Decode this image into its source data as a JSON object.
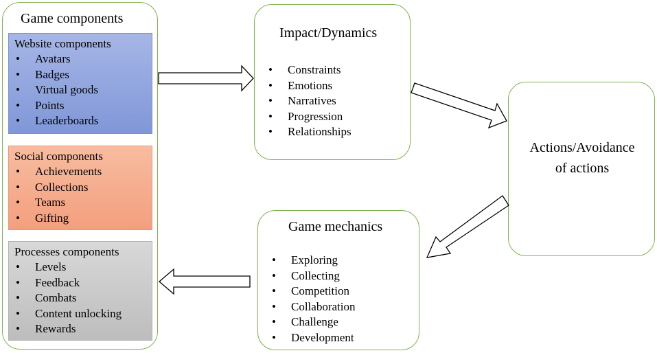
{
  "game_components": {
    "title": "Game components",
    "website": {
      "title": "Website components",
      "color": "#8fa4dc",
      "items": [
        "Avatars",
        "Badges",
        "Virtual goods",
        "Points",
        "Leaderboards"
      ]
    },
    "social": {
      "title": "Social components",
      "color": "#f5a98a",
      "items": [
        "Achievements",
        "Collections",
        "Teams",
        "Gifting"
      ]
    },
    "processes": {
      "title": "Processes components",
      "color": "#c8c8c8",
      "items": [
        "Levels",
        "Feedback",
        "Combats",
        "Content unlocking",
        "Rewards"
      ]
    }
  },
  "impact_dynamics": {
    "title": "Impact/Dynamics",
    "items": [
      "Constraints",
      "Emotions",
      "Narratives",
      "Progression",
      "Relationships"
    ]
  },
  "actions": {
    "line1": "Actions/Avoidance",
    "line2": "of  actions"
  },
  "game_mechanics": {
    "title": "Game mechanics",
    "items": [
      "Exploring",
      "Collecting",
      "Competition",
      "Collaboration",
      "Challenge",
      "Development"
    ]
  },
  "colors": {
    "box_border": "#7fb34d",
    "arrow_stroke": "#000000"
  }
}
